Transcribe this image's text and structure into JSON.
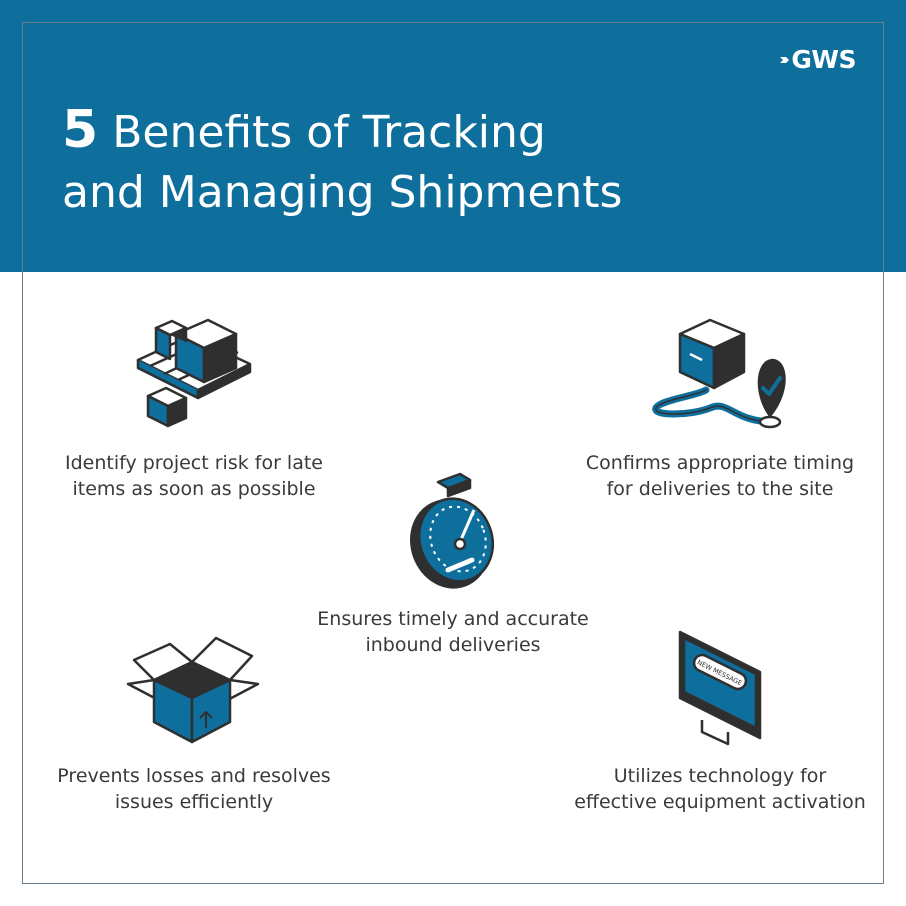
{
  "header": {
    "logo_text": "GWS",
    "title_number": "5",
    "title_line1": "Benefits of Tracking",
    "title_line2": "and Managing Shipments"
  },
  "benefits": [
    {
      "icon": "pallet-boxes-icon",
      "text": "Identify project risk for late items as soon as possible"
    },
    {
      "icon": "box-route-pin-icon",
      "text": "Confirms appropriate timing for deliveries to the site"
    },
    {
      "icon": "stopwatch-icon",
      "text": "Ensures timely and accurate inbound deliveries"
    },
    {
      "icon": "open-box-icon",
      "text": "Prevents losses and resolves issues efficiently"
    },
    {
      "icon": "monitor-message-icon",
      "text": "Utilizes technology for effective equipment activation",
      "screen_text": "NEW MESSAGE"
    }
  ],
  "colors": {
    "brand_blue": "#0e6f9c",
    "dark": "#3b3b3b",
    "text": "#3a3a3a",
    "white": "#ffffff"
  }
}
